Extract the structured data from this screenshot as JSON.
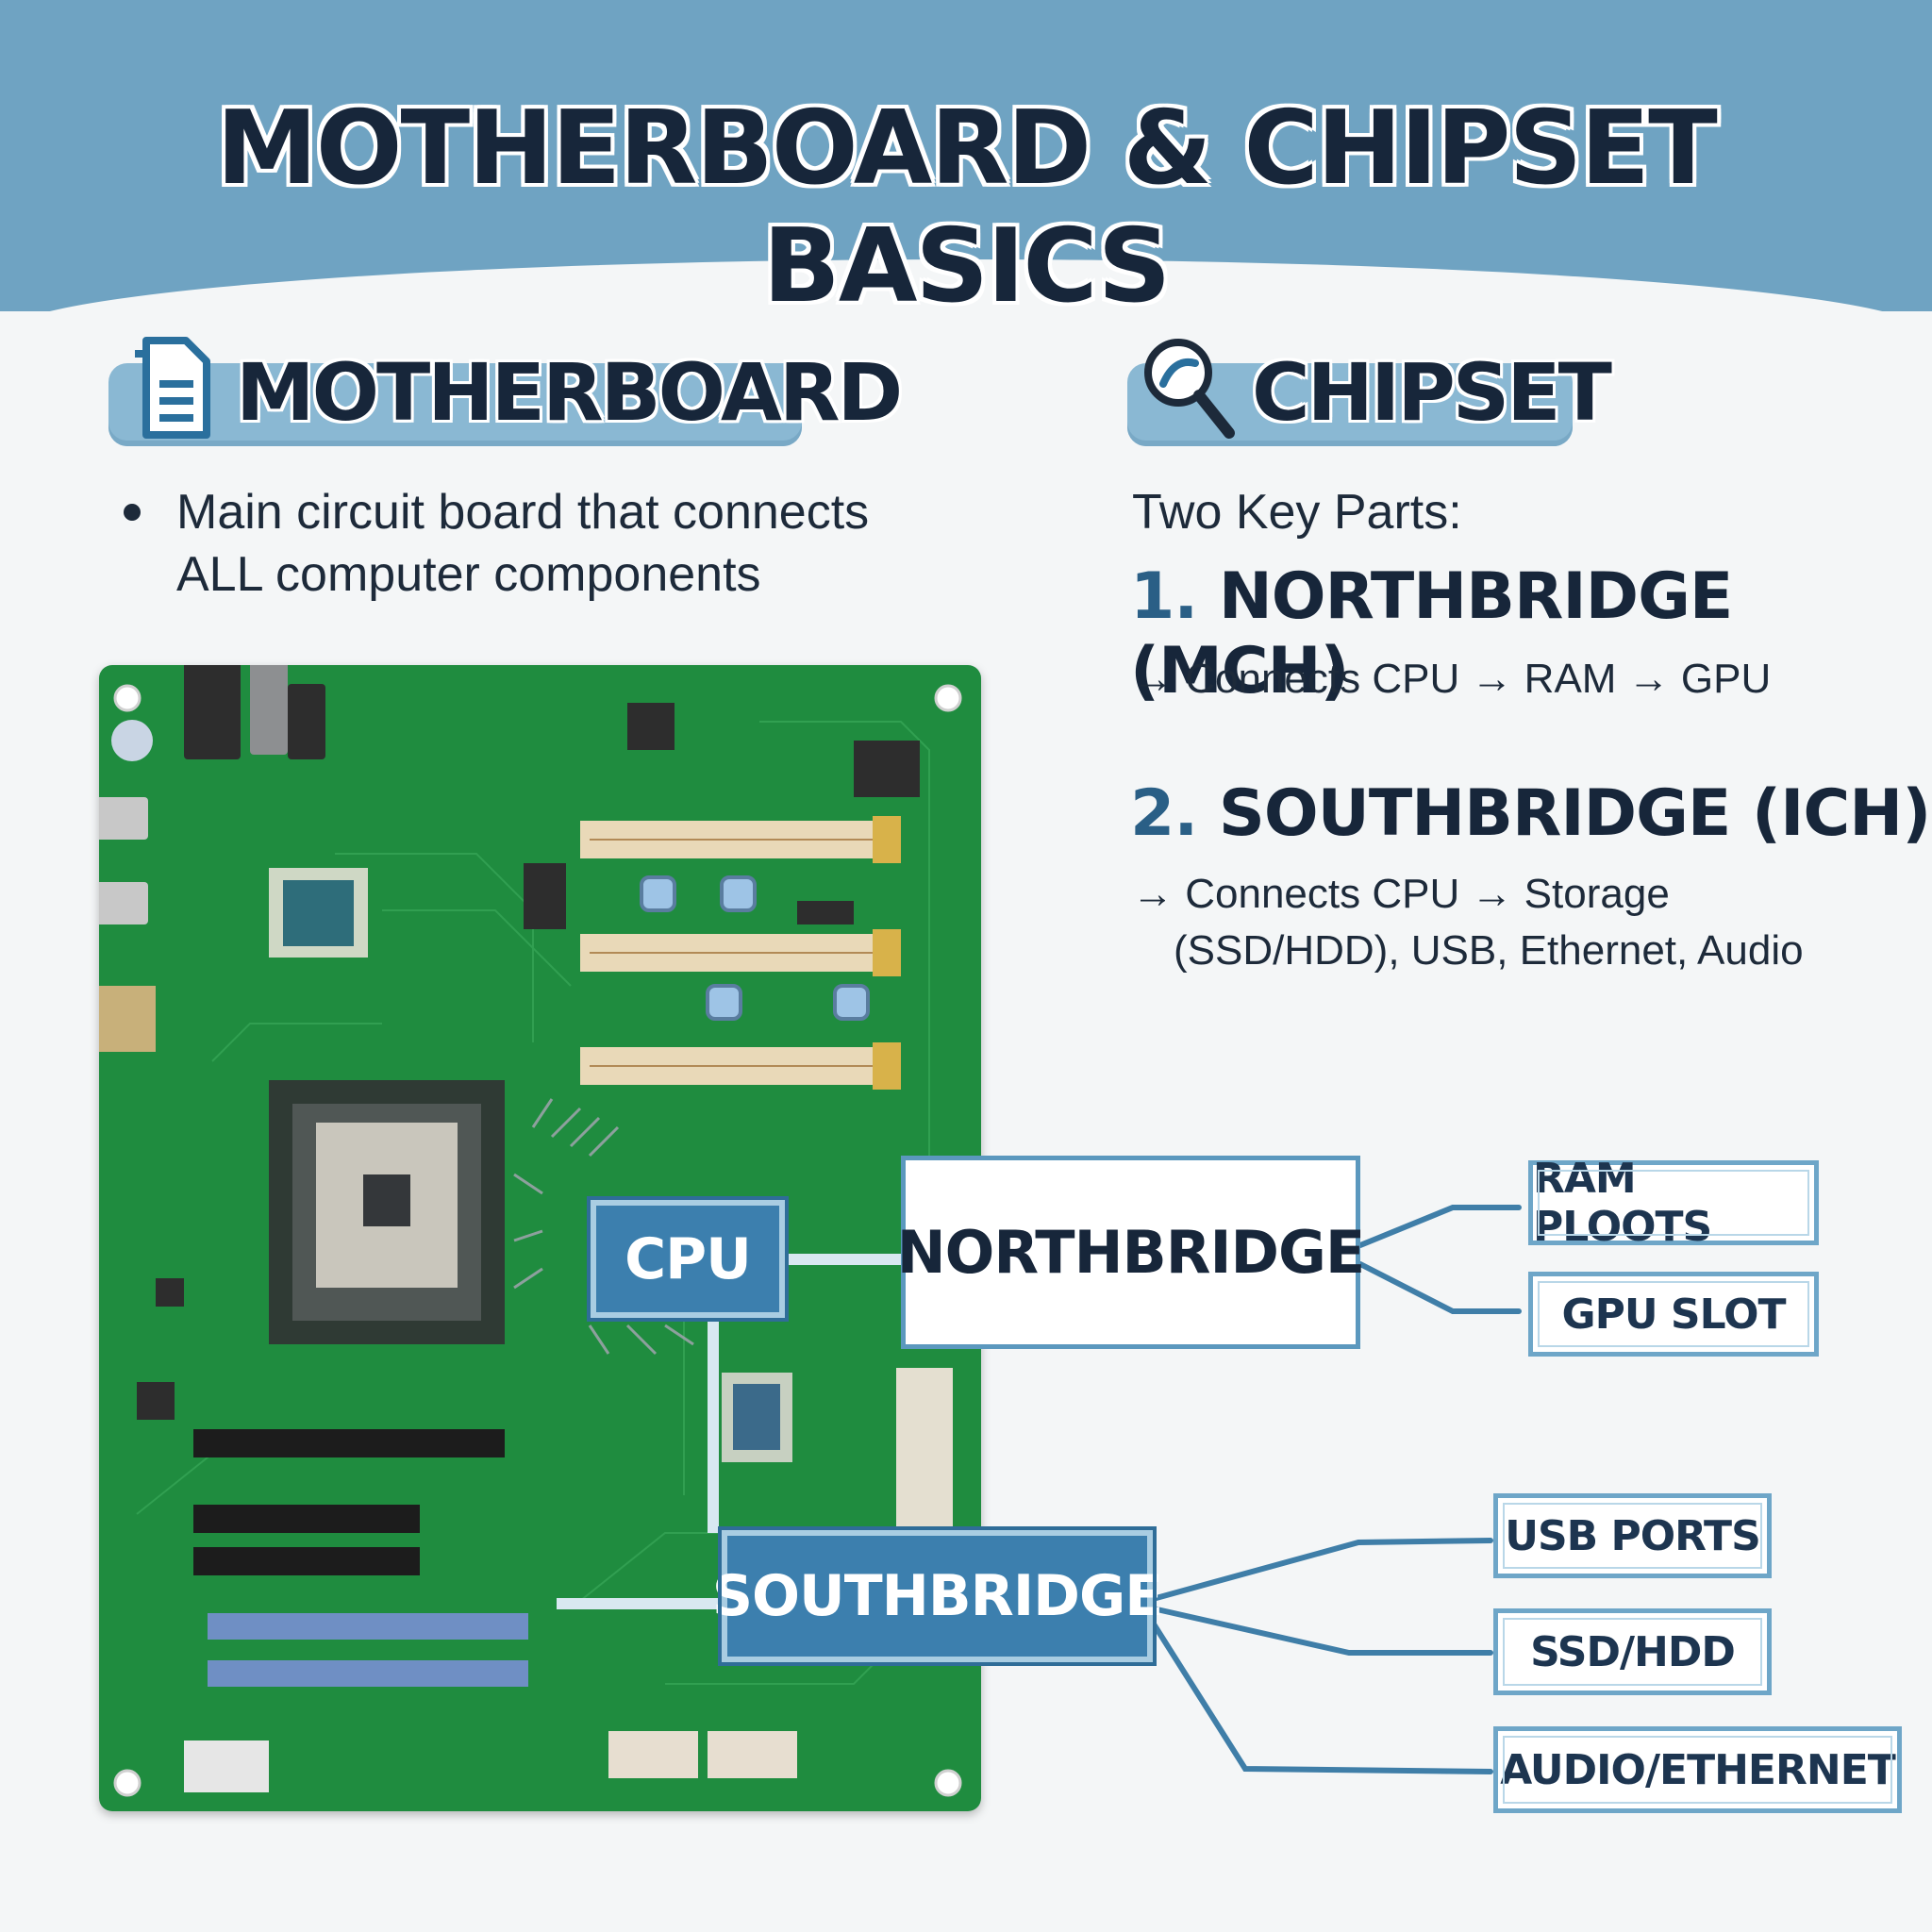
{
  "title": "MOTHERBOARD & CHIPSET BASICS",
  "motherboard": {
    "heading": "MOTHERBOARD",
    "icon": "document-icon",
    "bullet_line1": "Main circuit board that connects",
    "bullet_line2": "ALL computer components"
  },
  "chipset": {
    "heading": "CHIPSET",
    "icon": "magnifier-icon",
    "subtitle": "Two Key Parts:",
    "parts": [
      {
        "num": "1.",
        "name": "NORTHBRIDGE (MCH)",
        "desc_line1": "→ Connects CPU → RAM → GPU",
        "desc_line2": ""
      },
      {
        "num": "2.",
        "name": "SOUTHBRIDGE (ICH)",
        "desc_line1": "→ Connects CPU → Storage",
        "desc_line2": "(SSD/HDD), USB, Ethernet, Audio"
      }
    ]
  },
  "diagram": {
    "cpu": "CPU",
    "northbridge": "NORTHBRIDGE",
    "southbridge": "SOUTHBRIDGE",
    "northbridge_links": [
      "RAM PLOOTS",
      "GPU SLOT"
    ],
    "southbridge_links": [
      "USB PORTS",
      "SSD/HDD",
      "AUDIO/ETHERNET"
    ]
  },
  "colors": {
    "header": "#6fa3c2",
    "tag": "#8ab8d3",
    "accent": "#3c7fae",
    "board": "#1f8c3f",
    "text": "#17263a"
  }
}
